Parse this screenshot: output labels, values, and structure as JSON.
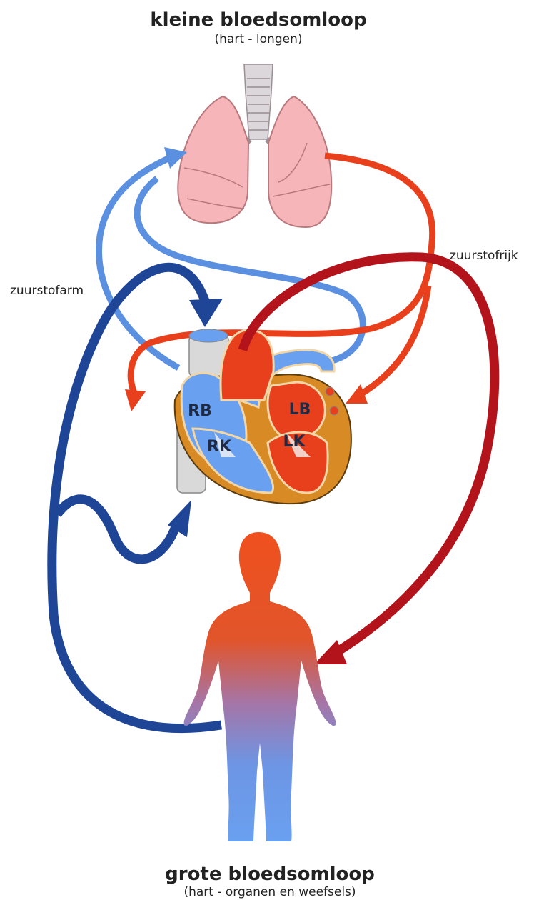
{
  "top": {
    "title": "kleine bloedsomloop",
    "subtitle": "(hart - longen)"
  },
  "bottom": {
    "title": "grote bloedsomloop",
    "subtitle": "(hart - organen en weefsels)"
  },
  "labels": {
    "left": "zuurstofarm",
    "right": "zuurstofrijk"
  },
  "chambers": {
    "rb": "RB",
    "rk": "RK",
    "lb": "LB",
    "lk": "LK"
  },
  "colors": {
    "oxygen_poor_light": "#5b8fe0",
    "oxygen_poor_dark": "#1f4597",
    "oxygen_rich_light": "#e8401c",
    "oxygen_rich_dark": "#b3141b",
    "lung": "#f4b3b5",
    "heart_muscle": "#d88a24"
  },
  "icons": [
    "lungs-icon",
    "heart-icon",
    "human-body-icon"
  ]
}
